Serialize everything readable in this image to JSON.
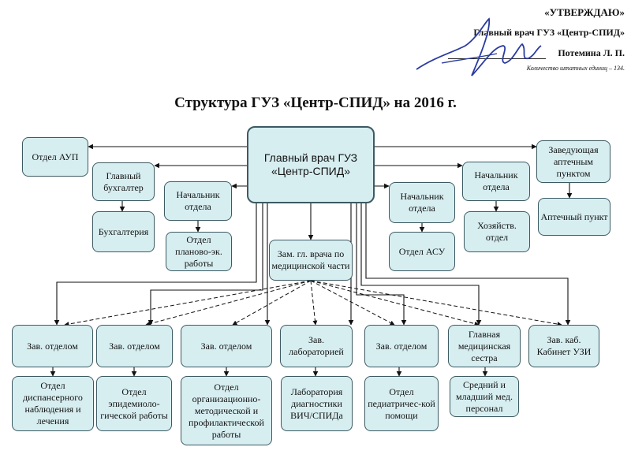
{
  "approval": {
    "approve_label": "«УТВЕРЖДАЮ»",
    "position": "Главный врач ГУЗ «Центр-СПИД»",
    "signatory": "Потемина Л. П.",
    "staff_count": "Количество штатных единиц – 134."
  },
  "title": "Структура ГУЗ «Центр-СПИД» на 2016 г.",
  "colors": {
    "box_fill": "#d7eef1",
    "box_border": "#3c5a62",
    "line": "#111111"
  },
  "nodes": {
    "chief": "Главный врач ГУЗ «Центр-СПИД»",
    "aup": "Отдел АУП",
    "pharmacy_head": "Заведующая аптечным пунктом",
    "pharmacy": "Аптечный пункт",
    "chief_accountant": "Главный бухгалтер",
    "accounting": "Бухгалтерия",
    "dept_head_planning": "Начальник отдела",
    "planning_dept": "Отдел планово-эк. работы",
    "dept_head_asu": "Начальник отдела",
    "asu_dept": "Отдел АСУ",
    "dept_head_household": "Начальник отдела",
    "household_dept": "Хозяйств. отдел",
    "deputy_medical": "Зам. гл. врача по медицинской части",
    "head_dispensary": "Зав. отделом",
    "dispensary": "Отдел диспансерного наблюдения и лечения",
    "head_epidemiology": "Зав. отделом",
    "epidemiology": "Отдел эпидемиоло-гической работы",
    "head_methodology": "Зав. отделом",
    "methodology": "Отдел организационно-методической и профилактической работы",
    "head_lab": "Зав. лабораторией",
    "lab": "Лаборатория диагностики ВИЧ/СПИДа",
    "head_pediatric": "Зав. отделом",
    "pediatric": "Отдел педиатричес-кой помощи",
    "head_nurse": "Главная медицинская сестра",
    "nursing_staff": "Средний и младший мед. персонал",
    "head_ultrasound": "Зав. каб. Кабинет УЗИ"
  }
}
